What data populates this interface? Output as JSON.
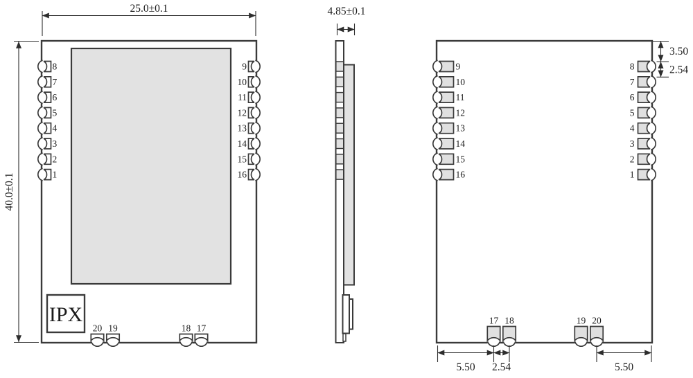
{
  "front_view": {
    "width_dim": "25.0±0.1",
    "height_dim": "40.0±0.1",
    "left_pins": [
      "8",
      "7",
      "6",
      "5",
      "4",
      "3",
      "2",
      "1"
    ],
    "right_pins": [
      "9",
      "10",
      "11",
      "12",
      "13",
      "14",
      "15",
      "16"
    ],
    "bottom_pins": [
      "20",
      "19",
      "18",
      "17"
    ],
    "connector_label": "IPX"
  },
  "side_view": {
    "thickness_dim": "4.85±0.1"
  },
  "back_view": {
    "left_pins": [
      "9",
      "10",
      "11",
      "12",
      "13",
      "14",
      "15",
      "16"
    ],
    "right_pins": [
      "8",
      "7",
      "6",
      "5",
      "4",
      "3",
      "2",
      "1"
    ],
    "bottom_pins": [
      "17",
      "18",
      "19",
      "20"
    ],
    "shield_top_offset_dim": "3.50",
    "pin_pitch_dim": "2.54",
    "bottom_left_edge_dim": "5.50",
    "bottom_pin_pitch_dim": "2.54",
    "bottom_right_edge_dim": "5.50"
  },
  "colors": {
    "outline": "#3a3a3a",
    "shield_gray": "#e2e2e2",
    "pad_gray": "#e0e0e0",
    "background": "#ffffff"
  }
}
